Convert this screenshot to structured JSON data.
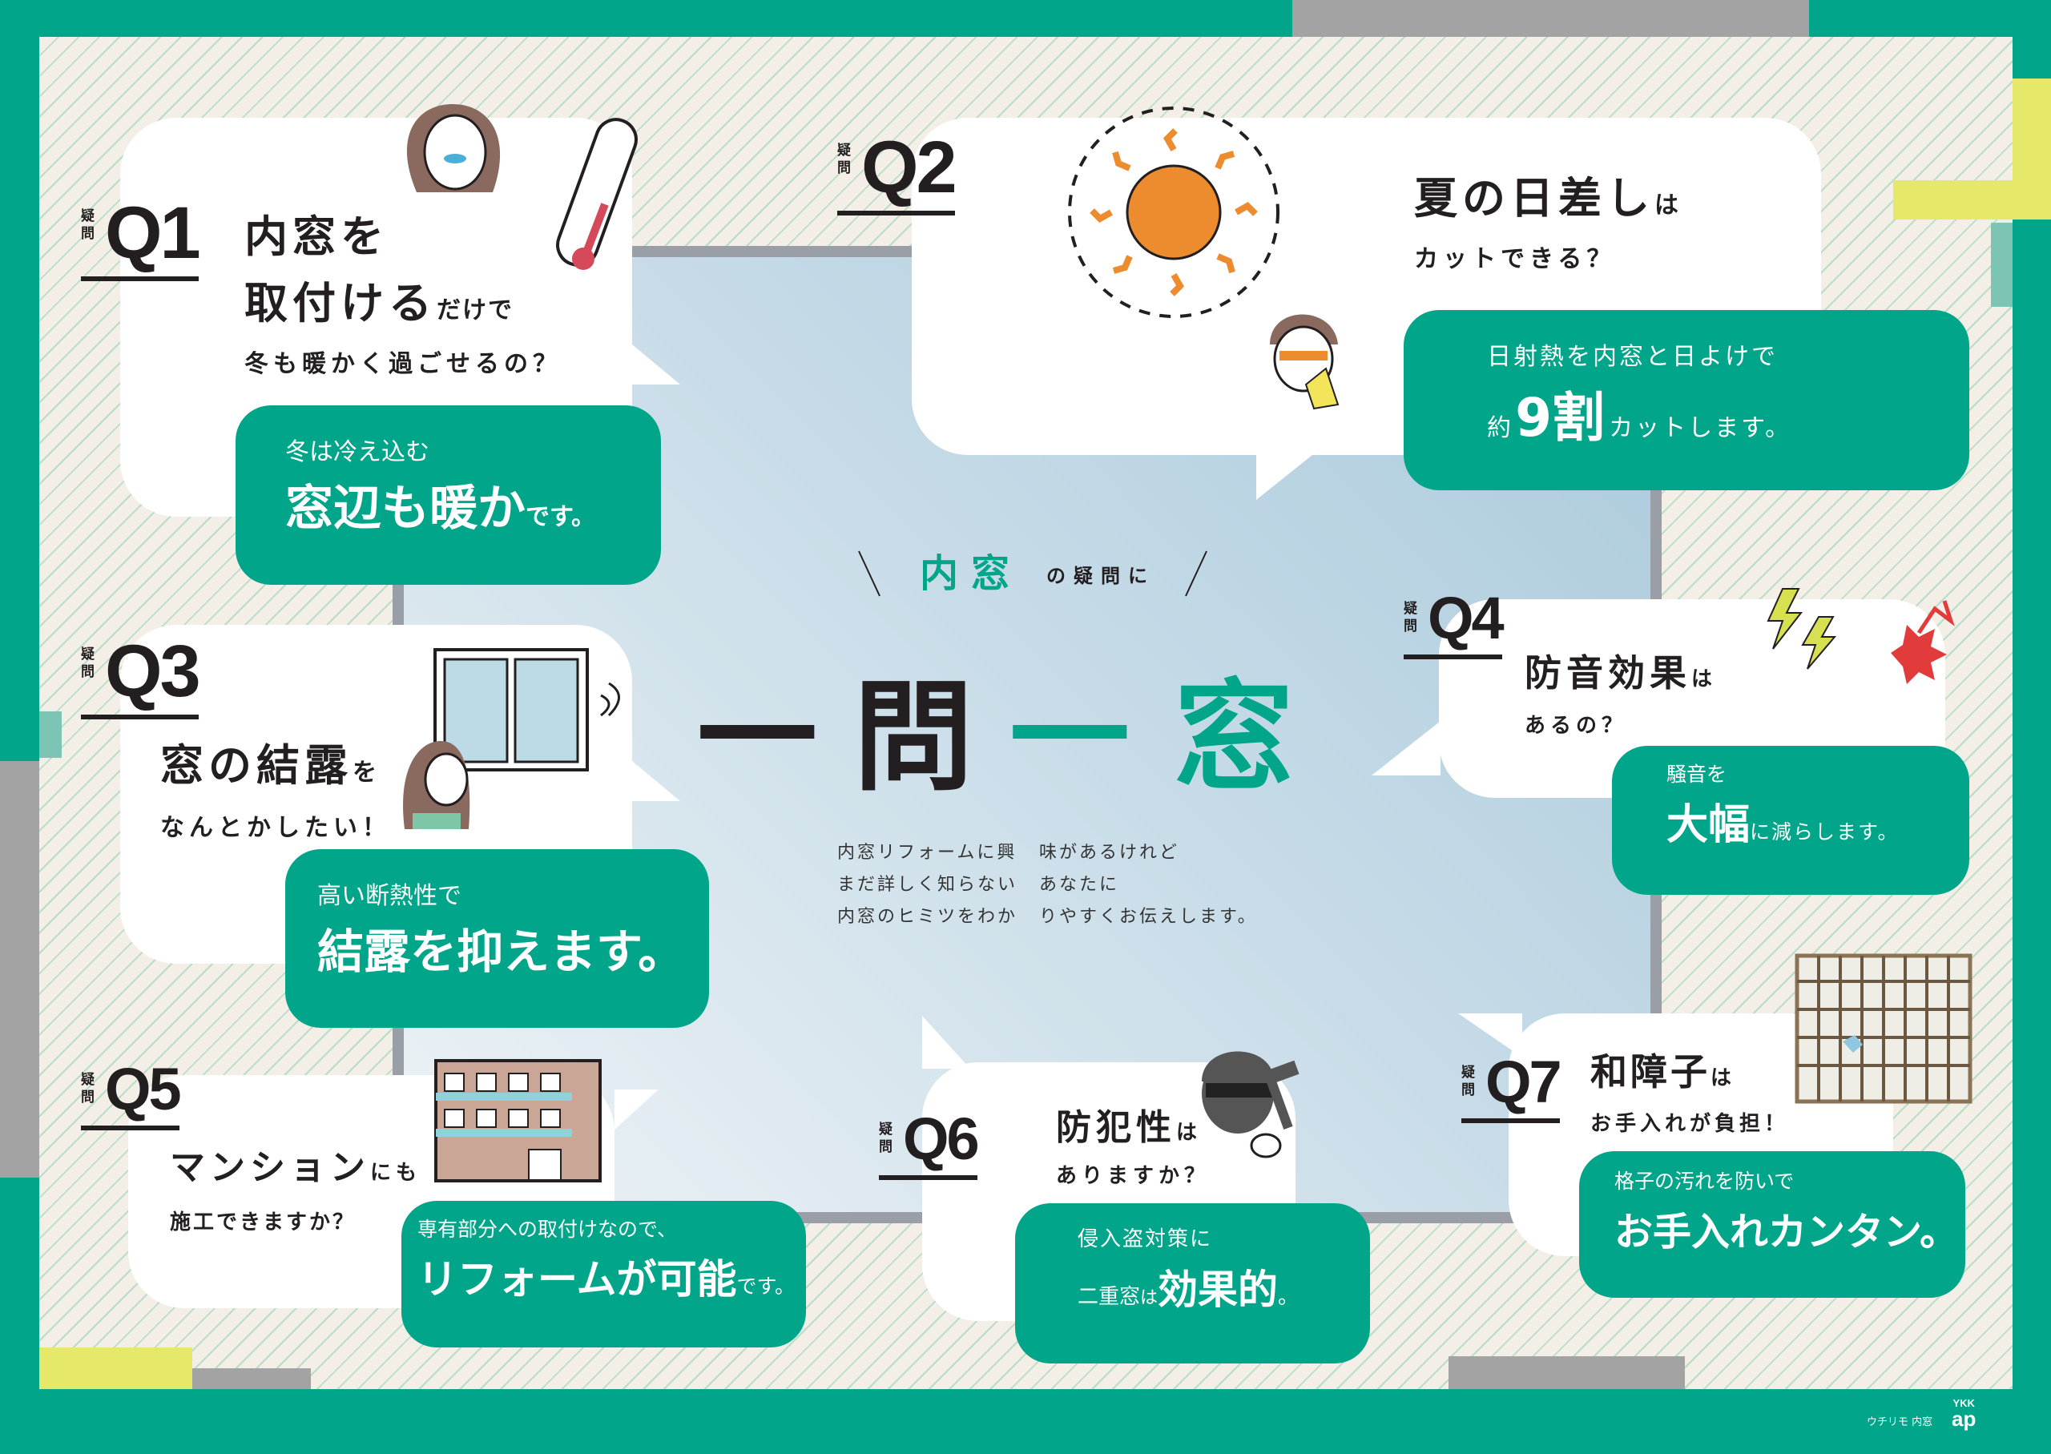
{
  "colors": {
    "accent": "#00a58a",
    "yellow": "#e6e86a",
    "gray": "#9a9ea6",
    "window": "#b9d3e2"
  },
  "center": {
    "lead_accent": "内窓",
    "lead_rest": "の疑問に",
    "title_1": "一",
    "title_2": "問",
    "title_3": "一",
    "title_4": "窓",
    "lines": [
      [
        "内窓リフォームに興",
        "味があるけれど"
      ],
      [
        "まだ詳しく知らない",
        "あなたに"
      ],
      [
        "内窓のヒミツをわか",
        "りやすくお伝えします。"
      ]
    ]
  },
  "qa": [
    {
      "label": "Q1",
      "kanji": "疑問",
      "q1": "内窓を",
      "q2a": "取付ける",
      "q2b": "だけで",
      "q3": "冬も暖かく過ごせるの？",
      "a1": "冬は冷え込む",
      "a2": "窓辺も暖か",
      "a3": "です。",
      "icon": "thermometer-icon"
    },
    {
      "label": "Q2",
      "kanji": "疑問",
      "q1a": "夏の日差し",
      "q1b": "は",
      "q2": "カットできる？",
      "a1": "日射熱を内窓と日よけで",
      "a2a": "約",
      "a2b": "9割",
      "a2c": "カットします。",
      "icon": "sun-icon"
    },
    {
      "label": "Q3",
      "kanji": "疑問",
      "q1a": "窓の結露",
      "q1b": "を",
      "q2": "なんとかしたい！",
      "a1": "高い断熱性で",
      "a2": "結露を抑えます。",
      "icon": "window-icon"
    },
    {
      "label": "Q4",
      "kanji": "疑問",
      "q1a": "防音効果",
      "q1b": "は",
      "q2": "あるの？",
      "a1": "騒音を",
      "a2a": "大幅",
      "a2b": "に減らします。",
      "icon": "noise-icon"
    },
    {
      "label": "Q5",
      "kanji": "疑問",
      "q1a": "マンション",
      "q1b": "にも",
      "q2": "施工できますか？",
      "a1": "専有部分への取付けなので、",
      "a2a": "リフォームが可能",
      "a2b": "です。",
      "icon": "apartment-icon"
    },
    {
      "label": "Q6",
      "kanji": "疑問",
      "q1a": "防犯性",
      "q1b": "は",
      "q2": "ありますか？",
      "a1": "侵入盗対策に",
      "a2a": "二重窓",
      "a2b": "は",
      "a2c": "効果的",
      "a2d": "。",
      "icon": "burglar-icon"
    },
    {
      "label": "Q7",
      "kanji": "疑問",
      "q1a": "和障子",
      "q1b": "は",
      "q2": "お手入れが負担！",
      "a1": "格子の汚れを防いで",
      "a2": "お手入れカンタン。",
      "icon": "shoji-icon"
    }
  ],
  "footer": {
    "product": "ウチリモ 内窓",
    "logo_top": "YKK",
    "logo_bottom": "ap"
  }
}
